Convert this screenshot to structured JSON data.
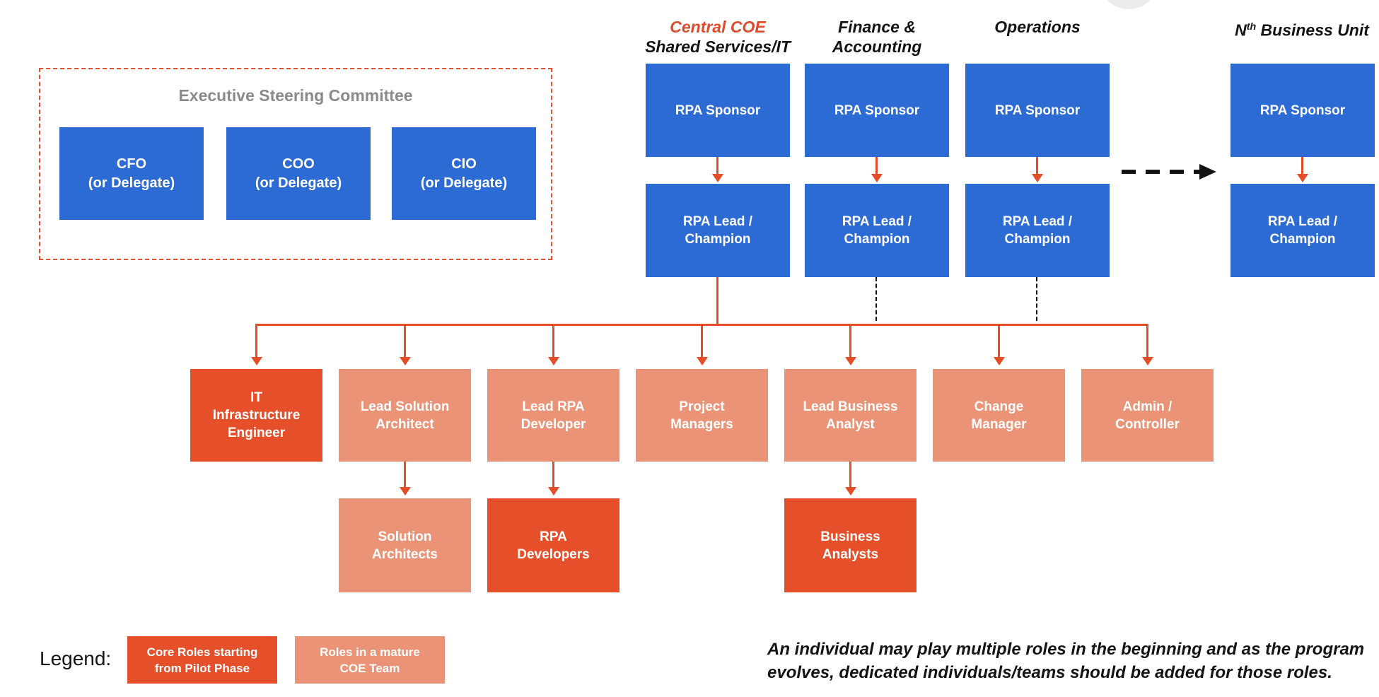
{
  "palette": {
    "blue": "#2C6BD4",
    "core": "#E5502B",
    "mature": "#EB9377",
    "line": "#E44D26",
    "escborder": "#E25234",
    "central": "#DD4B2C",
    "circle": "#ECECEC"
  },
  "esc": {
    "title": "Executive Steering Committee",
    "members": [
      "CFO\n(or Delegate)",
      "COO\n(or Delegate)",
      "CIO\n(or Delegate)"
    ]
  },
  "business_units": [
    {
      "name_line1": "Central COE",
      "name_line2": "Shared Services/IT",
      "sponsor": "RPA Sponsor",
      "lead": "RPA Lead /\nChampion"
    },
    {
      "name_line1": "Finance &",
      "name_line2": "Accounting",
      "sponsor": "RPA Sponsor",
      "lead": "RPA Lead /\nChampion"
    },
    {
      "name_line1": "Operations",
      "name_line2": "",
      "sponsor": "RPA Sponsor",
      "lead": "RPA Lead /\nChampion"
    },
    {
      "name_prefix": "N",
      "name_sup": "th",
      "name_rest": " Business Unit",
      "sponsor": "RPA Sponsor",
      "lead": "RPA Lead /\nChampion"
    }
  ],
  "coe_roles": [
    {
      "label": "IT\nInfrastructure\nEngineer",
      "type": "core"
    },
    {
      "label": "Lead Solution\nArchitect",
      "type": "mature"
    },
    {
      "label": "Lead RPA\nDeveloper",
      "type": "mature"
    },
    {
      "label": "Project\nManagers",
      "type": "mature"
    },
    {
      "label": "Lead Business\nAnalyst",
      "type": "mature"
    },
    {
      "label": "Change\nManager",
      "type": "mature"
    },
    {
      "label": "Admin /\nController",
      "type": "mature"
    }
  ],
  "team_roles": [
    {
      "label": "Solution\nArchitects",
      "type": "mature"
    },
    {
      "label": "RPA\nDevelopers",
      "type": "core"
    },
    {
      "label": "Business\nAnalysts",
      "type": "core"
    }
  ],
  "legend": {
    "label": "Legend:",
    "items": [
      {
        "label": "Core Roles starting\nfrom Pilot Phase",
        "type": "core"
      },
      {
        "label": "Roles in a mature\nCOE Team",
        "type": "mature"
      }
    ]
  },
  "note": "An individual may play multiple roles in the beginning and as the program\nevolves, dedicated individuals/teams should be added for those roles."
}
